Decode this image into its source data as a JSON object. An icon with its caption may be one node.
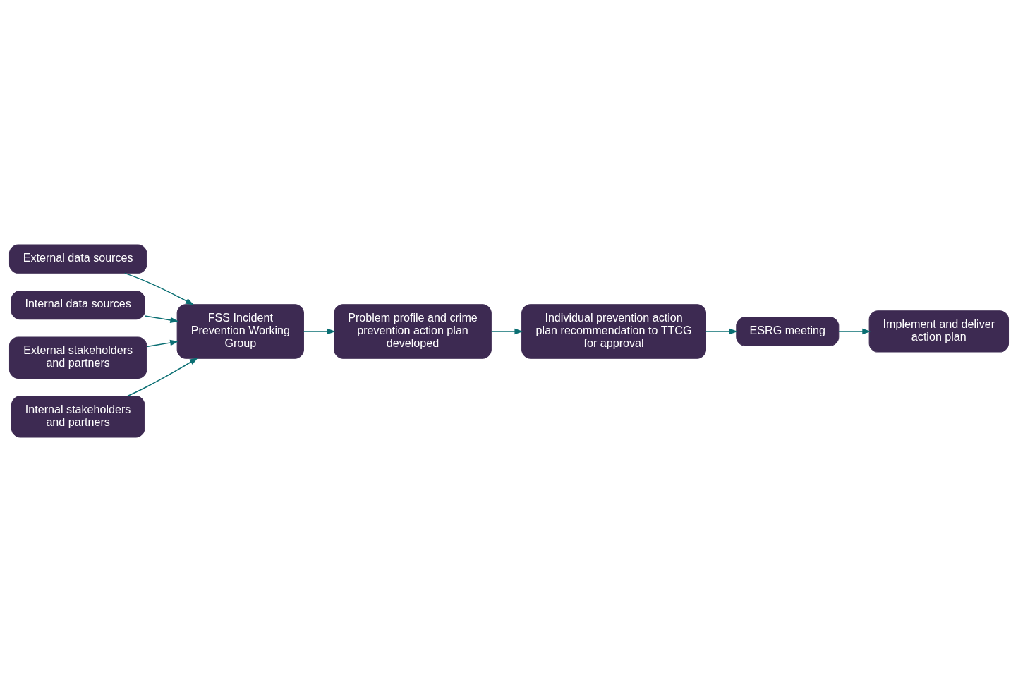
{
  "diagram": {
    "nodes": [
      {
        "text": [
          "External data sources"
        ]
      },
      {
        "text": [
          "Internal data sources"
        ]
      },
      {
        "text": [
          "External stakeholders and partners"
        ]
      },
      {
        "text": [
          "Internal stakeholders and partners"
        ]
      },
      {
        "text": [
          "FSS Incident Prevention Working Group"
        ]
      },
      {
        "text": [
          "Problem profile and crime prevention action plan developed"
        ]
      },
      {
        "text": [
          "Individual prevention action plan recommendation to TTCG for approval"
        ]
      },
      {
        "text": [
          "ESRG meeting"
        ]
      },
      {
        "text": [
          "Implement and deliver action plan"
        ]
      }
    ],
    "edges": [
      {
        "from": 0,
        "to": 4,
        "arrow": "to"
      },
      {
        "from": 1,
        "to": 4,
        "arrow": "to"
      },
      {
        "from": 2,
        "to": 4,
        "arrow": "to"
      },
      {
        "from": 3,
        "to": 4,
        "arrow": "to"
      },
      {
        "from": 4,
        "to": 5,
        "arrow": "to"
      },
      {
        "from": 5,
        "to": 6,
        "arrow": "to"
      },
      {
        "from": 6,
        "to": 7,
        "arrow": "to"
      },
      {
        "from": 7,
        "to": 8,
        "arrow": "to"
      }
    ]
  }
}
